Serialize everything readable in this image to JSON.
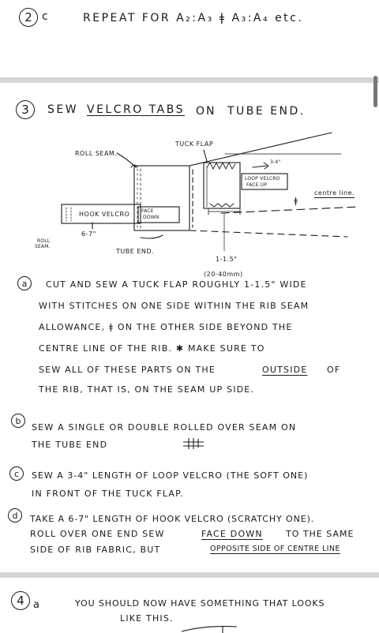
{
  "step2": {
    "number": "2",
    "sub": "c",
    "text": "REPEAT FOR A₂:A₃ ǂ A₃:A₄ etc."
  },
  "step3": {
    "number": "3",
    "title_a": "SEW",
    "title_b": "VELCRO TABS",
    "title_c": "ON",
    "title_d": "TUBE END.",
    "diagram": {
      "roll_seam": "ROLL SEAM.",
      "tuck_flap": "TUCK FLAP",
      "three_four": "3-4\"",
      "loop_velcro": "LOOP VELCRO",
      "face_up": "FACE UP",
      "centre_symbol": "ǂ",
      "centre_line": "centre line.",
      "hook_velcro": "HOOK VELCRO",
      "face": "FACE",
      "down": "DOWN",
      "six_seven": "6-7\"",
      "roll": "ROLL",
      "seam": "SEAM.",
      "tube_end": "TUBE END.",
      "one_one_five": "1-1.5\"",
      "mm": "(20-40mm)"
    },
    "a": {
      "label": "a",
      "lines": [
        "CUT AND SEW A TUCK FLAP ROUGHLY 1-1.5\" WIDE",
        "WITH STITCHES ON ONE SIDE WITHIN THE RIB SEAM",
        "ALLOWANCE, ǂ ON THE OTHER SIDE BEYOND THE",
        "CENTRE LINE OF THE RIB. ✱ MAKE SURE TO",
        "SEW ALL OF THESE PARTS ON THE",
        "OUTSIDE",
        "OF",
        "THE RIB, THAT IS, ON THE SEAM UP SIDE."
      ]
    },
    "b": {
      "label": "b",
      "lines": [
        "SEW A SINGLE OR DOUBLE ROLLED OVER SEAM ON",
        "THE TUBE END"
      ]
    },
    "c": {
      "label": "c",
      "lines": [
        "SEW A 3-4\" LENGTH OF LOOP VELCRO (THE SOFT ONE)",
        "IN FRONT OF THE TUCK FLAP."
      ]
    },
    "d": {
      "label": "d",
      "line1": "TAKE A 6-7\" LENGTH OF HOOK VELCRO (SCRATCHY ONE).",
      "line2a": "ROLL OVER ONE END SEW",
      "line2b": "FACE DOWN",
      "line2c": "TO THE SAME",
      "line3a": "SIDE OF RIB FABRIC, BUT",
      "line3b": "OPPOSITE SIDE OF CENTRE LINE"
    }
  },
  "step4": {
    "number": "4",
    "sub": "a",
    "line1": "YOU SHOULD NOW HAVE SOMETHING THAT LOOKS",
    "line2": "LIKE THIS."
  }
}
